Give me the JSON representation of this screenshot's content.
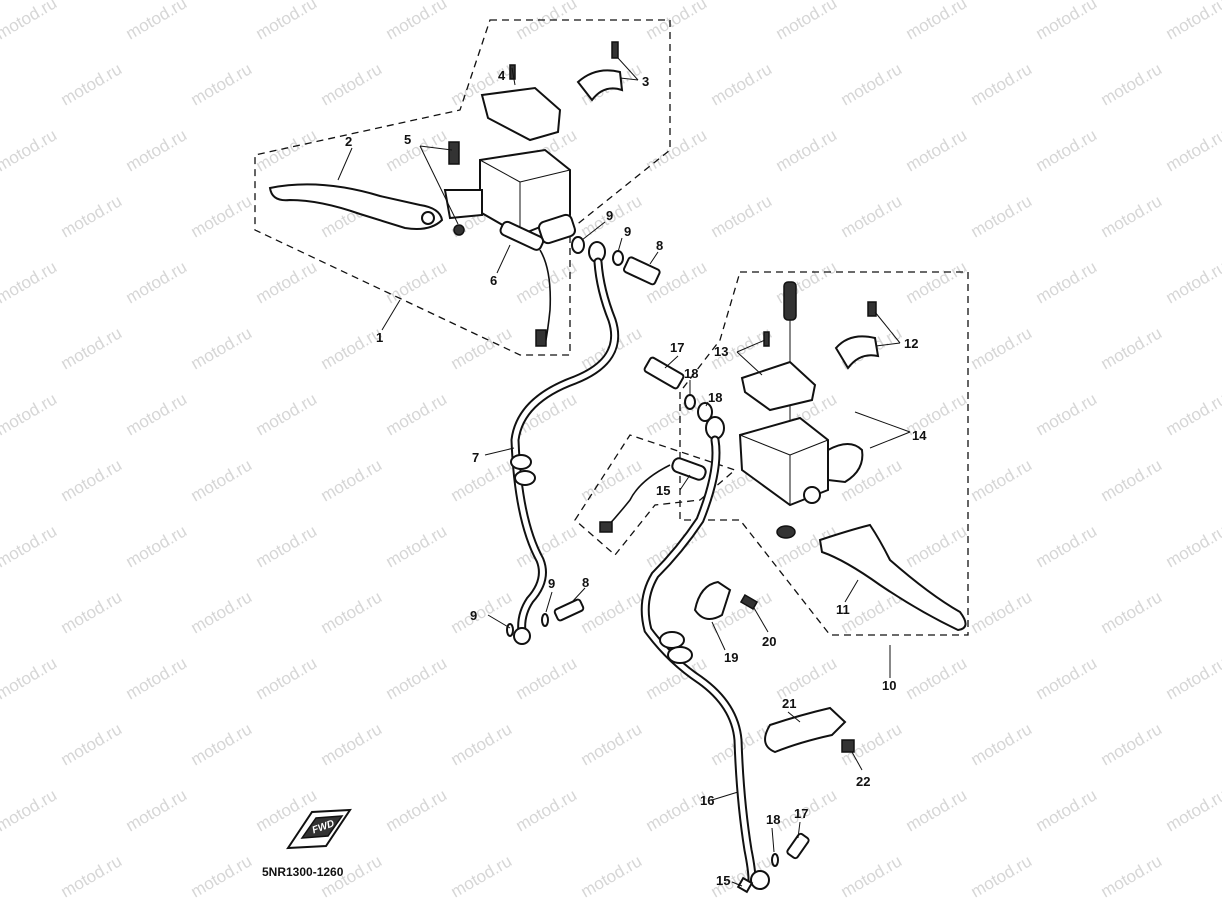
{
  "watermark": "motod.ru",
  "diagram_code": "5NR1300-1260",
  "fwd_badge": "FWD",
  "callouts": [
    {
      "id": "c1",
      "text": "1"
    },
    {
      "id": "c2",
      "text": "2"
    },
    {
      "id": "c3",
      "text": "3"
    },
    {
      "id": "c4",
      "text": "4"
    },
    {
      "id": "c5",
      "text": "5"
    },
    {
      "id": "c6",
      "text": "6"
    },
    {
      "id": "c7",
      "text": "7"
    },
    {
      "id": "c8a",
      "text": "8"
    },
    {
      "id": "c8b",
      "text": "8"
    },
    {
      "id": "c9a",
      "text": "9"
    },
    {
      "id": "c9b",
      "text": "9"
    },
    {
      "id": "c9c",
      "text": "9"
    },
    {
      "id": "c9d",
      "text": "9"
    },
    {
      "id": "c10",
      "text": "10"
    },
    {
      "id": "c11",
      "text": "11"
    },
    {
      "id": "c12",
      "text": "12"
    },
    {
      "id": "c13",
      "text": "13"
    },
    {
      "id": "c14",
      "text": "14"
    },
    {
      "id": "c15a",
      "text": "15"
    },
    {
      "id": "c15b",
      "text": "15"
    },
    {
      "id": "c16",
      "text": "16"
    },
    {
      "id": "c17a",
      "text": "17"
    },
    {
      "id": "c17b",
      "text": "17"
    },
    {
      "id": "c18a",
      "text": "18"
    },
    {
      "id": "c18b",
      "text": "18"
    },
    {
      "id": "c18c",
      "text": "18"
    },
    {
      "id": "c19",
      "text": "19"
    },
    {
      "id": "c20",
      "text": "20"
    },
    {
      "id": "c21",
      "text": "21"
    },
    {
      "id": "c22",
      "text": "22"
    }
  ]
}
